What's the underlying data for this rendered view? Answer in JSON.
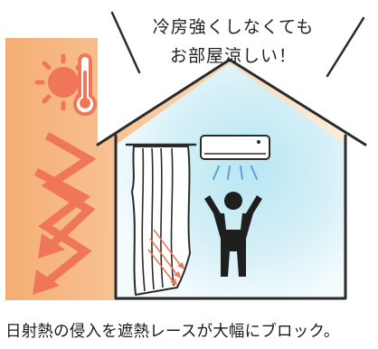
{
  "speech_bubble": {
    "line1": "冷房強くしなくても",
    "line2": "お部屋涼しい！"
  },
  "caption": "日射熱の侵入を遮熱レースが大幅にブロック。",
  "colors": {
    "sun_heat": "#f07a5e",
    "wall_gradient_start": "#f6b57e",
    "wall_gradient_end": "#fdf0e2",
    "room_cool": "#c4e9f3",
    "outline": "#2b2b2b"
  },
  "icons": [
    "sun-icon",
    "thermometer-icon",
    "air-conditioner-icon",
    "person-icon",
    "curtain-icon",
    "heat-ray-arrow-icon",
    "cool-air-icon"
  ]
}
